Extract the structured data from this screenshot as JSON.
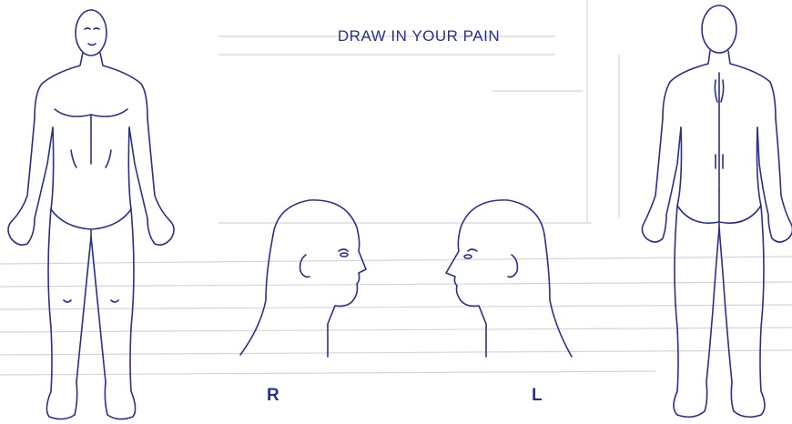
{
  "title": "DRAW IN YOUR PAIN",
  "labels": {
    "right": "R",
    "left": "L"
  },
  "colors": {
    "ink": "#2a2f8f",
    "background": "#ffffff",
    "bleed_through": "#c9cbd6"
  },
  "figures": [
    "front-body-figure",
    "back-body-figure",
    "right-head-profile",
    "left-head-profile"
  ]
}
